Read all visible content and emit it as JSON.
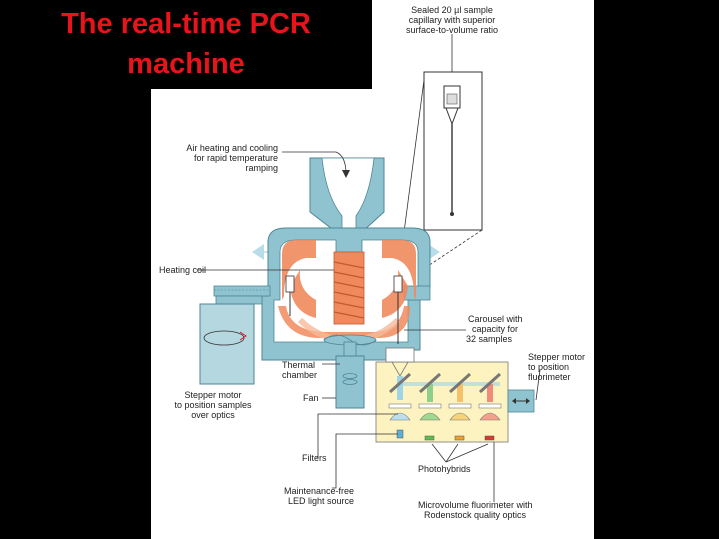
{
  "slide": {
    "title_line1": "The real-time PCR",
    "title_line2": "machine"
  },
  "colors": {
    "background": "#000000",
    "title": "#e8141c",
    "figure_panel": "#ffffff",
    "housing": "#8fc3cf",
    "housing_dark": "#5e9fb0",
    "heat": "#f08a5d",
    "heat_light": "#f7b89a",
    "optics_box": "#fdf3c0"
  },
  "labels": {
    "capillary": [
      "Sealed 20 µl sample",
      "capillary with superior",
      "surface-to-volume ratio"
    ],
    "air": [
      "Air heating and cooling",
      "for rapid temperature",
      "ramping"
    ],
    "heating_coil": "Heating coil",
    "carousel": [
      "Carousel with",
      "capacity for",
      "32 samples"
    ],
    "stepper_fluor": [
      "Stepper motor",
      "to position",
      "fluorimeter"
    ],
    "thermal_chamber": [
      "Thermal",
      "chamber"
    ],
    "fan": "Fan",
    "stepper_samples": [
      "Stepper motor",
      "to position samples",
      "over optics"
    ],
    "filters": "Filters",
    "photohybrids": "Photohybrids",
    "led": [
      "Maintenance-free",
      "LED light source"
    ],
    "microvolume": [
      "Microvolume fluorimeter with",
      "Rodenstock quality optics"
    ]
  },
  "icons": {
    "capillary_tube": "capillary-tube-icon",
    "heating_coil": "heating-coil-icon",
    "fan": "fan-icon",
    "stepper_motor": "stepper-motor-icon",
    "double_arrow": "double-arrow-icon"
  }
}
